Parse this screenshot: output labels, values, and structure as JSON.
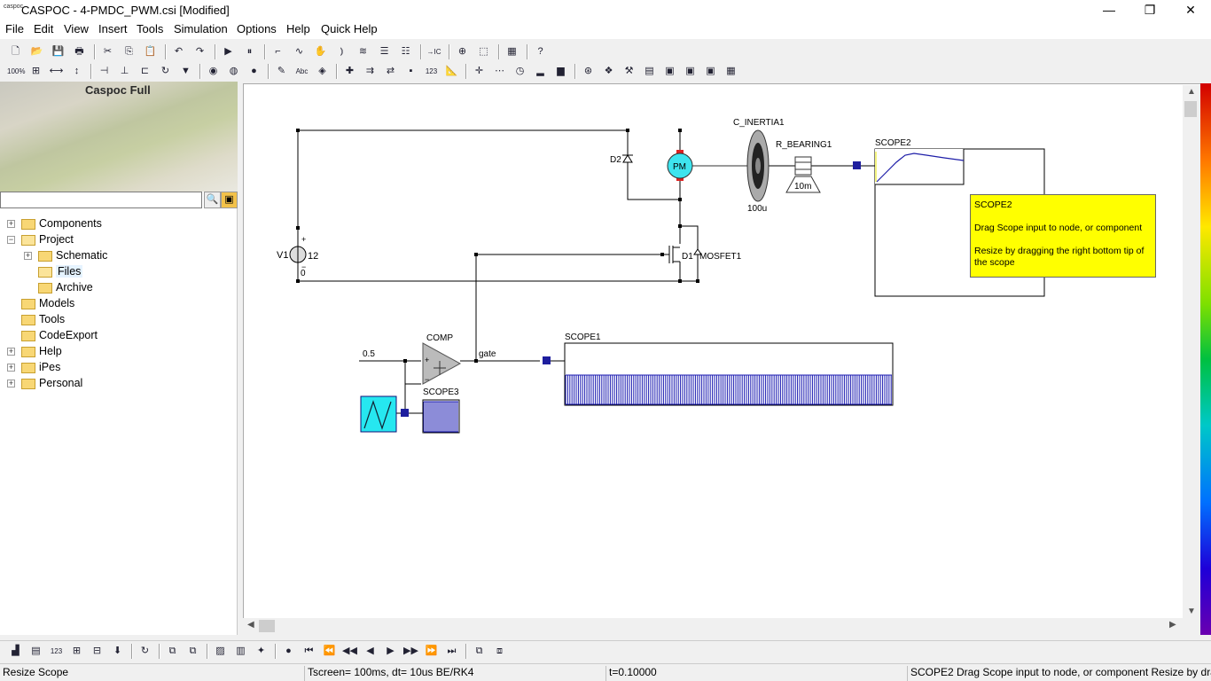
{
  "window": {
    "title": "CASPOC - 4-PMDC_PWM.csi [Modified]",
    "app_icon_text": "caspoc",
    "controls": {
      "minimize": "—",
      "maximize": "❐",
      "close": "✕"
    }
  },
  "menu": [
    "File",
    "Edit",
    "View",
    "Insert",
    "Tools",
    "Simulation",
    "Options",
    "Help",
    "Quick Help"
  ],
  "toolbar1": [
    {
      "icon": "new-icon",
      "glyph": "🗋"
    },
    {
      "icon": "open-icon",
      "glyph": "📂"
    },
    {
      "icon": "save-icon",
      "glyph": "💾"
    },
    {
      "icon": "print-icon",
      "glyph": "🖶"
    },
    {
      "icon": "cut-icon",
      "glyph": "✂"
    },
    {
      "icon": "copy-icon",
      "glyph": "⎘"
    },
    {
      "icon": "paste-icon",
      "glyph": "📋"
    },
    {
      "icon": "undo-icon",
      "glyph": "↶"
    },
    {
      "icon": "redo-icon",
      "glyph": "↷"
    },
    {
      "icon": "run-icon",
      "glyph": "▶"
    },
    {
      "icon": "pause-icon",
      "glyph": "⏸"
    },
    {
      "icon": "wire-icon",
      "glyph": "⌐"
    },
    {
      "icon": "draw-icon",
      "glyph": "∿"
    },
    {
      "icon": "hand-icon",
      "glyph": "✋"
    },
    {
      "icon": "graph-icon",
      "glyph": "⦆"
    },
    {
      "icon": "lines-icon",
      "glyph": "≋"
    },
    {
      "icon": "list-icon",
      "glyph": "☰"
    },
    {
      "icon": "list2-icon",
      "glyph": "☷"
    },
    {
      "icon": "ic-icon",
      "glyph": "→IC"
    },
    {
      "icon": "zoom-icon",
      "glyph": "⊕"
    },
    {
      "icon": "export-icon",
      "glyph": "⬚"
    },
    {
      "icon": "layout-icon",
      "glyph": "▦"
    },
    {
      "icon": "help-icon",
      "glyph": "?"
    }
  ],
  "toolbar2": [
    {
      "icon": "zoom100-icon",
      "glyph": "100%"
    },
    {
      "icon": "zoom-fit-icon",
      "glyph": "⊞"
    },
    {
      "icon": "zoom-width-icon",
      "glyph": "⟷"
    },
    {
      "icon": "zoom-height-icon",
      "glyph": "↕"
    },
    {
      "icon": "flip-h-icon",
      "glyph": "⊣"
    },
    {
      "icon": "flip-v-icon",
      "glyph": "⊥"
    },
    {
      "icon": "mirror-icon",
      "glyph": "⊏"
    },
    {
      "icon": "rotate-icon",
      "glyph": "↻"
    },
    {
      "icon": "probe-icon",
      "glyph": "▼"
    },
    {
      "icon": "globe-icon",
      "glyph": "◉"
    },
    {
      "icon": "globe2-icon",
      "glyph": "◍"
    },
    {
      "icon": "globe3-icon",
      "glyph": "●"
    },
    {
      "icon": "pen-icon",
      "glyph": "✎"
    },
    {
      "icon": "abc-icon",
      "glyph": "Abc"
    },
    {
      "icon": "component-icon",
      "glyph": "◈"
    },
    {
      "icon": "node-icon",
      "glyph": "✚"
    },
    {
      "icon": "arrows-icon",
      "glyph": "⇉"
    },
    {
      "icon": "arrows2-icon",
      "glyph": "⇄"
    },
    {
      "icon": "block-icon",
      "glyph": "▪"
    },
    {
      "icon": "numbers-icon",
      "glyph": "123"
    },
    {
      "icon": "ruler-icon",
      "glyph": "📐"
    },
    {
      "icon": "cross-icon",
      "glyph": "✛"
    },
    {
      "icon": "grid-icon",
      "glyph": "⋯"
    },
    {
      "icon": "clock-icon",
      "glyph": "◷"
    },
    {
      "icon": "bar-icon",
      "glyph": "▂"
    },
    {
      "icon": "bars-icon",
      "glyph": "▆"
    },
    {
      "icon": "move-icon",
      "glyph": "⊛"
    },
    {
      "icon": "components-icon",
      "glyph": "❖"
    },
    {
      "icon": "tool-icon",
      "glyph": "⚒"
    },
    {
      "icon": "sheet-icon",
      "glyph": "▤"
    },
    {
      "icon": "block1-icon",
      "glyph": "▣"
    },
    {
      "icon": "block2-icon",
      "glyph": "▣"
    },
    {
      "icon": "block3-icon",
      "glyph": "▣"
    },
    {
      "icon": "table-icon",
      "glyph": "▦"
    }
  ],
  "left_panel": {
    "banner_title": "Caspoc Full",
    "search_placeholder": "",
    "tree": [
      {
        "label": "Components",
        "expander": "+",
        "level": 0,
        "open": false
      },
      {
        "label": "Project",
        "expander": "−",
        "level": 0,
        "open": true
      },
      {
        "label": "Schematic",
        "expander": "+",
        "level": 1,
        "open": false
      },
      {
        "label": "Files",
        "expander": "",
        "level": 1,
        "open": true,
        "selected": true
      },
      {
        "label": "Archive",
        "expander": "",
        "level": 1,
        "open": false
      },
      {
        "label": "Models",
        "expander": "",
        "level": 0,
        "open": false
      },
      {
        "label": "Tools",
        "expander": "",
        "level": 0,
        "open": false
      },
      {
        "label": "CodeExport",
        "expander": "",
        "level": 0,
        "open": false
      },
      {
        "label": "Help",
        "expander": "+",
        "level": 0,
        "open": false
      },
      {
        "label": "iPes",
        "expander": "+",
        "level": 0,
        "open": false
      },
      {
        "label": "Personal",
        "expander": "+",
        "level": 0,
        "open": false
      }
    ]
  },
  "schematic": {
    "labels": {
      "v1": "V1",
      "v1_value": "12",
      "v1_plus": "+",
      "v1_minus": "−",
      "ground": "0",
      "d2": "D2",
      "d1": "D1",
      "mosfet": "MOSFET1",
      "motor": "PM",
      "inertia": "C_INERTIA1",
      "inertia_value": "100u",
      "bearing": "R_BEARING1",
      "bearing_value": "10m",
      "scope2": "SCOPE2",
      "scope1": "SCOPE1",
      "scope3": "SCOPE3",
      "comp": "COMP",
      "const": "0.5",
      "gate": "gate",
      "comp_plus": "+",
      "comp_minus": "−"
    },
    "tooltip": {
      "title": "SCOPE2",
      "line1": "Drag Scope input to node, or component",
      "line2": "Resize by dragging the right bottom tip of the scope"
    }
  },
  "bottom_toolbar": [
    {
      "icon": "bt1-icon",
      "glyph": "▟"
    },
    {
      "icon": "bt2-icon",
      "glyph": "▤"
    },
    {
      "icon": "bt3-icon",
      "glyph": "123"
    },
    {
      "icon": "bt4-icon",
      "glyph": "⊞"
    },
    {
      "icon": "bt5-icon",
      "glyph": "⊟"
    },
    {
      "icon": "bt6-icon",
      "glyph": "⬇"
    },
    {
      "icon": "refresh-icon",
      "glyph": "↻"
    },
    {
      "icon": "bt8-icon",
      "glyph": "⧉"
    },
    {
      "icon": "bt9-icon",
      "glyph": "⧉"
    },
    {
      "icon": "image-icon",
      "glyph": "▨"
    },
    {
      "icon": "bt11-icon",
      "glyph": "▥"
    },
    {
      "icon": "wand-icon",
      "glyph": "✦"
    },
    {
      "icon": "record-icon",
      "glyph": "●"
    },
    {
      "icon": "first-icon",
      "glyph": "⏮"
    },
    {
      "icon": "fast-back-icon",
      "glyph": "⏪"
    },
    {
      "icon": "back-icon",
      "glyph": "◀◀"
    },
    {
      "icon": "step-back-icon",
      "glyph": "◀"
    },
    {
      "icon": "play-icon",
      "glyph": "▶"
    },
    {
      "icon": "step-fwd-icon",
      "glyph": "▶▶"
    },
    {
      "icon": "fast-fwd-icon",
      "glyph": "⏩"
    },
    {
      "icon": "last-icon",
      "glyph": "⏭"
    },
    {
      "icon": "windows-icon",
      "glyph": "⧉"
    },
    {
      "icon": "windows2-icon",
      "glyph": "⧈"
    }
  ],
  "status": {
    "mode": "Resize Scope",
    "tscreen": "Tscreen= 100ms, dt= 10us BE/RK4",
    "time": "t=0.10000",
    "hint": "SCOPE2  Drag Scope input to node, or component  Resize by dra"
  }
}
